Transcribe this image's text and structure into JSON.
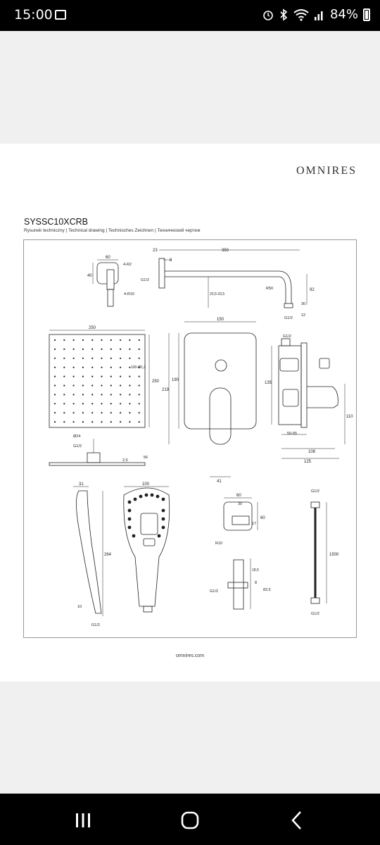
{
  "status_bar": {
    "time": "15:00",
    "battery": "84%"
  },
  "document": {
    "brand": "OMNIRES",
    "product_code": "SYSSC10XCRB",
    "subtitle": "Rysunek techniczny | Technical drawing | Technisches Zeichnen | Технический чертеж",
    "footer_url": "omnires.com"
  },
  "dimensions": {
    "wall_mount_width": "60",
    "wall_mount_height": "40",
    "wall_mount_radius": "4-R2",
    "wall_mount_r10": "4-R10",
    "arm_offset": "23",
    "arm_length": "350",
    "arm_8": "8",
    "arm_thread": "G1/2",
    "arm_range": "23,5-23,5",
    "arm_radius": "R50",
    "arm_drop": "92",
    "arm_30": "30",
    "arm_12": "12",
    "arm_thread2": "G1/2",
    "head_width": "250",
    "head_height": "250",
    "head_holes": "100-Ø1,3",
    "head_d24": "Ø24",
    "head_thread": "G1/2",
    "head_2_5": "2,5",
    "head_56": "56",
    "mixer_width": "150",
    "mixer_219": "219",
    "mixer_190": "190",
    "mixer_41": "41",
    "valve_thread": "G1/2",
    "valve_135": "135",
    "valve_110": "110",
    "valve_50_65": "50-65",
    "valve_108": "108",
    "valve_125": "125",
    "hand_31": "31",
    "hand_264": "264",
    "hand_g12": "G1/2",
    "hand_10": "10",
    "hand_face_100": "100",
    "outlet_60": "60",
    "outlet_30": "30",
    "outlet_17": "17",
    "outlet_60v": "60",
    "outlet_r10": "R10",
    "outlet_18_5": "18,5",
    "outlet_8": "8",
    "outlet_83_5": "83,5",
    "outlet_g12": "G1/2",
    "hose_g12_top": "G1/2",
    "hose_1500": "1500",
    "hose_g12_bottom": "G1/2"
  },
  "icons": [
    "gallery-icon",
    "alarm-icon",
    "bluetooth-icon",
    "wifi-icon",
    "signal-icon",
    "battery-icon",
    "recents-icon",
    "home-icon",
    "back-icon"
  ]
}
